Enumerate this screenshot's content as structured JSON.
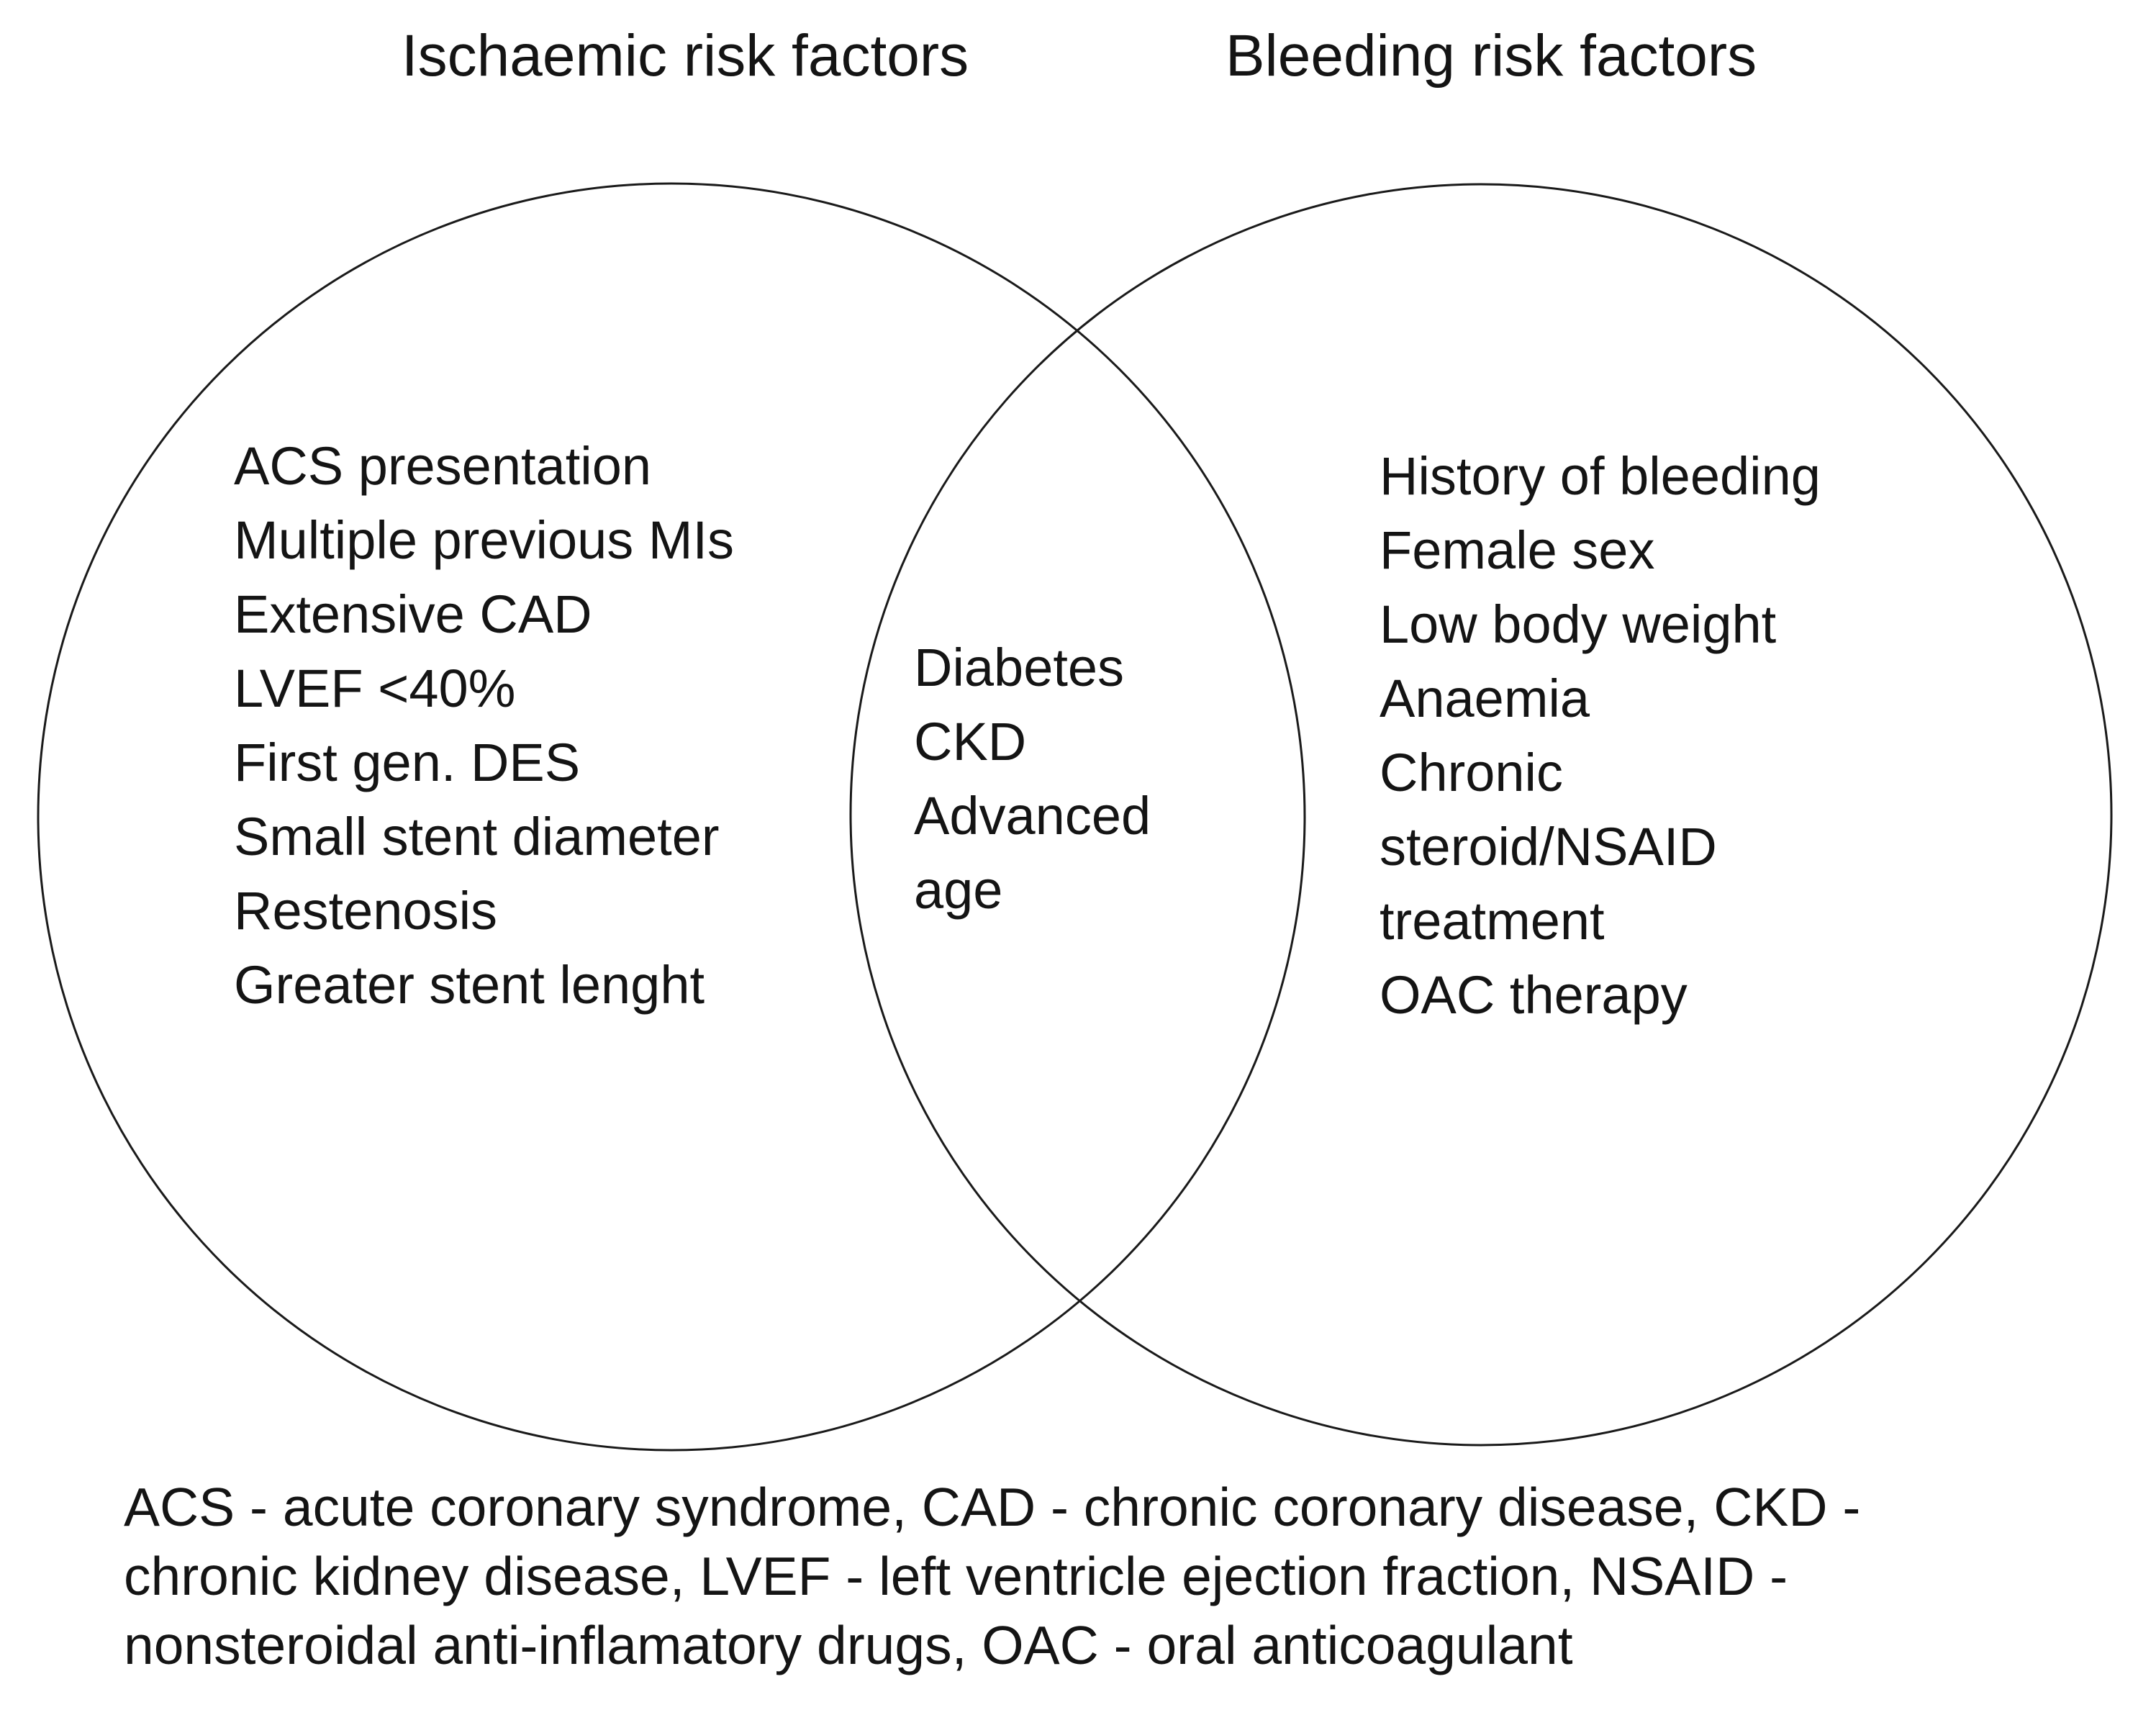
{
  "diagram": {
    "left": {
      "title": "Ischaemic risk factors",
      "lines": [
        "ACS presentation",
        "Multiple previous MIs",
        "Extensive CAD",
        "LVEF <40%",
        "First gen. DES",
        "Small stent diameter",
        "Restenosis",
        "Greater stent lenght"
      ]
    },
    "overlap": {
      "lines": [
        "Diabetes",
        "CKD",
        "Advanced",
        "age"
      ]
    },
    "right": {
      "title": "Bleeding risk factors",
      "lines": [
        "History of bleeding",
        "Female sex",
        "Low body weight",
        "Anaemia",
        "Chronic",
        "steroid/NSAID",
        "treatment",
        "OAC therapy"
      ]
    },
    "footnote_lines": [
      "ACS - acute coronary syndrome, CAD - chronic coronary disease, CKD -",
      "chronic kidney disease, LVEF - left ventricle ejection fraction, NSAID -",
      "nonsteroidal anti-inflamatory drugs, OAC - oral anticoagulant"
    ]
  },
  "colors": {
    "background": "#ffffff",
    "text": "#141414",
    "circle_stroke": "#1a1a1a"
  }
}
